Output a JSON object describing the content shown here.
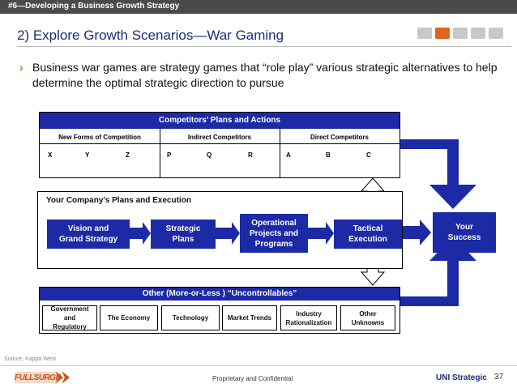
{
  "header": {
    "title": "#6—Developing a Business Growth Strategy"
  },
  "slide": {
    "title": "2) Explore Growth Scenarios—War Gaming",
    "progress": {
      "total": 5,
      "active": 2
    },
    "bullet": "Business war games are strategy games that “role play” various strategic alternatives to help determine the optimal strategic direction to pursue"
  },
  "diagram": {
    "competitors": {
      "title": "Competitors’ Plans and Actions",
      "groups": [
        "New Forms of Competition",
        "Indirect  Competitors",
        "Direct  Competitors"
      ],
      "items": [
        "X",
        "Y",
        "Z",
        "P",
        "Q",
        "R",
        "A",
        "B",
        "C"
      ]
    },
    "company": {
      "title": "Your Company’s Plans and Execution",
      "steps": [
        "Vision and Grand Strategy",
        "Strategic Plans",
        "Operational Projects and Programs",
        "Tactical Execution"
      ]
    },
    "success": "Your Success",
    "uncontrollables": {
      "title": "Other (More-or-Less ) “Uncontrollables”",
      "items": [
        "Government and Regulatory",
        "The Economy",
        "Technology",
        "Market Trends",
        "Industry Rationalization",
        "Other Unknowns"
      ]
    },
    "colors": {
      "blue": "#1c2aa6",
      "accent": "#e0641c"
    }
  },
  "footer": {
    "source": "Source: Kappa West",
    "logo": "FULLSURGE",
    "confidential": "Proprietary and Confidential",
    "brand": "UNI Strategic",
    "page": "37"
  }
}
